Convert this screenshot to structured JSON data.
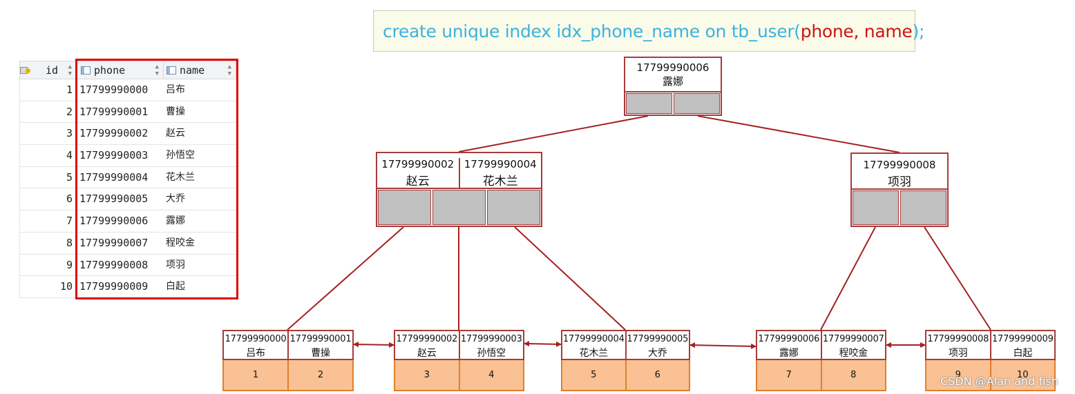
{
  "sql": {
    "prefix": "create unique index idx_phone_name on tb_user(",
    "columns": "phone, name",
    "suffix": ");"
  },
  "table": {
    "headers": {
      "id": "id",
      "phone": "phone",
      "name": "name"
    },
    "rows": [
      {
        "id": "1",
        "phone": "17799990000",
        "name": "吕布"
      },
      {
        "id": "2",
        "phone": "17799990001",
        "name": "曹操"
      },
      {
        "id": "3",
        "phone": "17799990002",
        "name": "赵云"
      },
      {
        "id": "4",
        "phone": "17799990003",
        "name": "孙悟空"
      },
      {
        "id": "5",
        "phone": "17799990004",
        "name": "花木兰"
      },
      {
        "id": "6",
        "phone": "17799990005",
        "name": "大乔"
      },
      {
        "id": "7",
        "phone": "17799990006",
        "name": "露娜"
      },
      {
        "id": "8",
        "phone": "17799990007",
        "name": "程咬金"
      },
      {
        "id": "9",
        "phone": "17799990008",
        "name": "项羽"
      },
      {
        "id": "10",
        "phone": "17799990009",
        "name": "白起"
      }
    ]
  },
  "tree": {
    "root": {
      "keys": [
        {
          "phone": "17799990006",
          "name": "露娜"
        }
      ]
    },
    "left": {
      "keys": [
        {
          "phone": "17799990002",
          "name": "赵云"
        },
        {
          "phone": "17799990004",
          "name": "花木兰"
        }
      ]
    },
    "right": {
      "keys": [
        {
          "phone": "17799990008",
          "name": "项羽"
        }
      ]
    },
    "leaves": [
      {
        "keys": [
          {
            "phone": "17799990000",
            "name": "吕布",
            "id": "1"
          },
          {
            "phone": "17799990001",
            "name": "曹操",
            "id": "2"
          }
        ]
      },
      {
        "keys": [
          {
            "phone": "17799990002",
            "name": "赵云",
            "id": "3"
          },
          {
            "phone": "17799990003",
            "name": "孙悟空",
            "id": "4"
          }
        ]
      },
      {
        "keys": [
          {
            "phone": "17799990004",
            "name": "花木兰",
            "id": "5"
          },
          {
            "phone": "17799990005",
            "name": "大乔",
            "id": "6"
          }
        ]
      },
      {
        "keys": [
          {
            "phone": "17799990006",
            "name": "露娜",
            "id": "7"
          },
          {
            "phone": "17799990007",
            "name": "程咬金",
            "id": "8"
          }
        ]
      },
      {
        "keys": [
          {
            "phone": "17799990008",
            "name": "项羽",
            "id": "9"
          },
          {
            "phone": "17799990009",
            "name": "白起",
            "id": "10"
          }
        ]
      }
    ]
  },
  "colors": {
    "sql_text": "#3ab2e2",
    "sql_highlight": "#cc1515",
    "node_border": "#a83a3a",
    "pointer_fill": "#c0c0c0",
    "leaf_value_fill": "#f9c194",
    "leaf_value_border": "#e07f2b",
    "table_highlight": "#e00000"
  },
  "watermark": "CSDN @Alan and fish"
}
